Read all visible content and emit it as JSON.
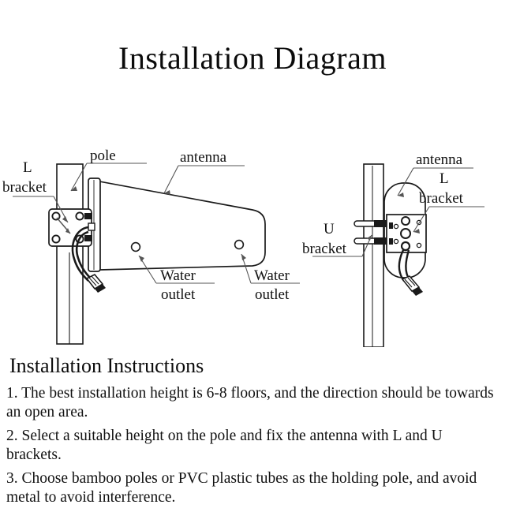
{
  "page": {
    "title": "Installation Diagram",
    "background_color": "#ffffff",
    "line_color": "#1a1a1a",
    "text_color": "#111111"
  },
  "diagram": {
    "left_view": {
      "name": "side-view",
      "labels": {
        "pole": "pole",
        "l_bracket_line1": "L",
        "l_bracket_line2": "bracket",
        "antenna": "antenna",
        "water_outlet_1_line1": "Water",
        "water_outlet_1_line2": "outlet",
        "water_outlet_2_line1": "Water",
        "water_outlet_2_line2": "outlet"
      }
    },
    "right_view": {
      "name": "rear-view",
      "labels": {
        "antenna": "antenna",
        "l_bracket_line1": "L",
        "l_bracket_line2": "bracket",
        "u_bracket_line1": "U",
        "u_bracket_line2": "bracket"
      }
    }
  },
  "instructions": {
    "heading": "Installation Instructions",
    "items": [
      "1. The best installation height is 6-8 floors, and the direction should be towards an open area.",
      "2. Select a suitable height on the pole and fix the antenna with L and U brackets.",
      "3. Choose bamboo poles or PVC plastic tubes as the holding pole, and avoid metal to avoid interference."
    ]
  }
}
